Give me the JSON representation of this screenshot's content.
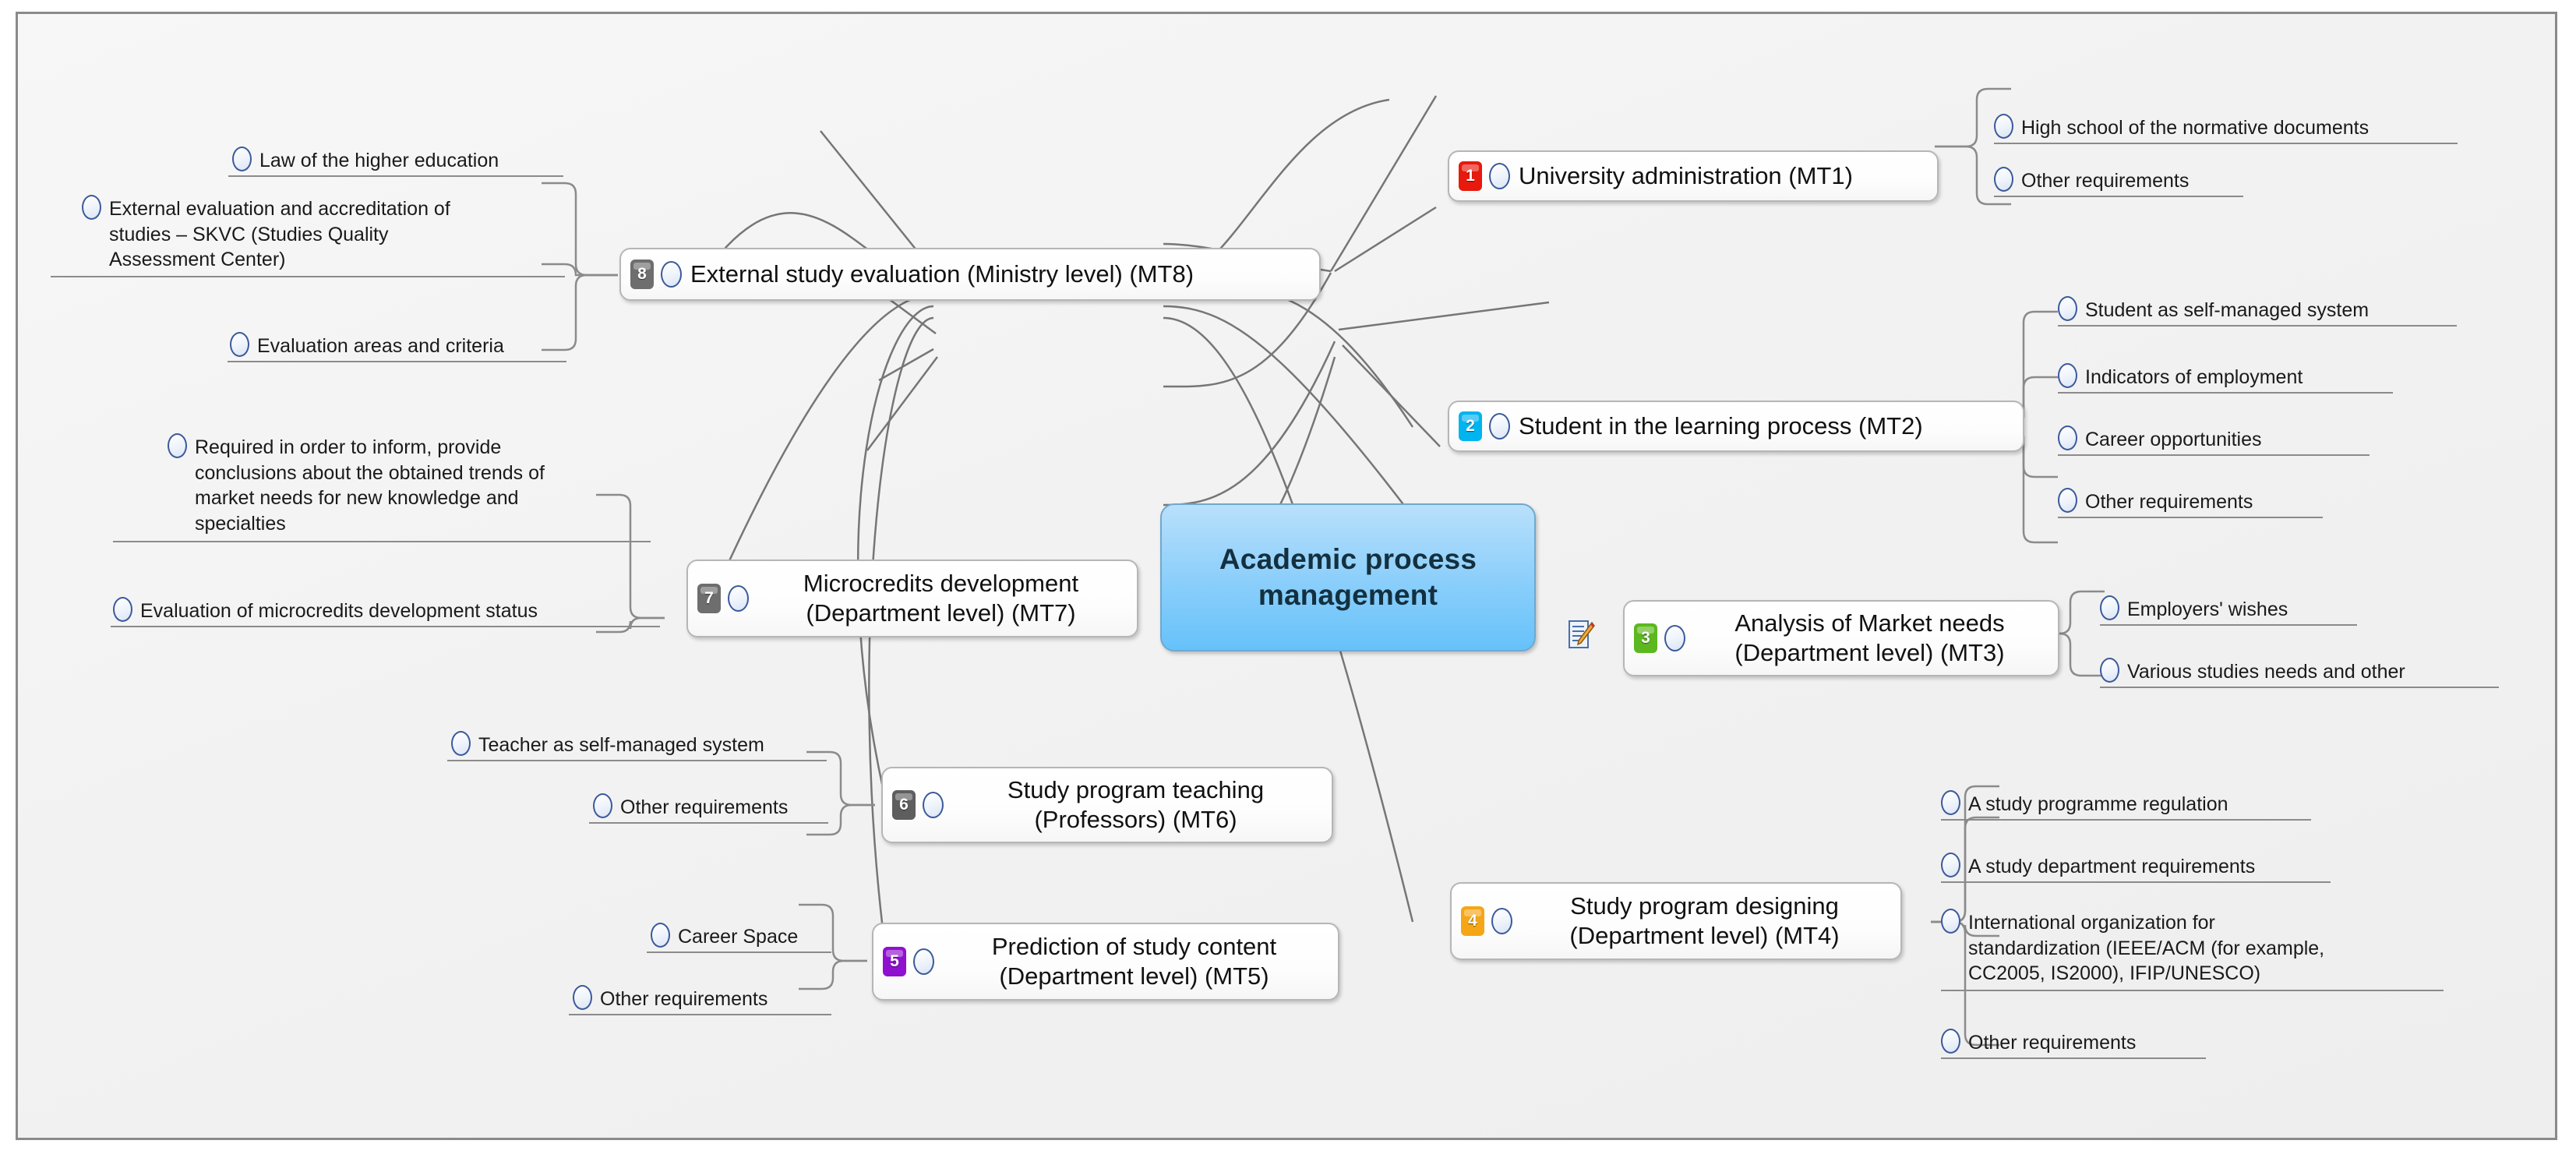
{
  "diagram": {
    "type": "mind-map",
    "title": "Academic process management",
    "center": {
      "label": "Academic process\nmanagement",
      "color": "#66c2fa"
    },
    "badge_colors": {
      "1": "#e8190d",
      "2": "#00b4f0",
      "3": "#5cb81e",
      "4": "#f5a616",
      "5": "#9010d0",
      "6": "#5e5e5e",
      "7": "#6e6e6e",
      "8": "#6e6e6e"
    },
    "icons": {
      "bullet": "circle-bullet-icon",
      "note": "note-pencil-icon"
    },
    "branches": [
      {
        "number": "1",
        "side": "right",
        "label": "University administration (MT1)",
        "children": [
          "High school of the normative documents",
          "Other requirements"
        ]
      },
      {
        "number": "2",
        "side": "right",
        "label": "Student in the learning process (MT2)",
        "children": [
          "Student as self-managed system",
          "Indicators of employment",
          "Career opportunities",
          "Other requirements"
        ]
      },
      {
        "number": "3",
        "side": "right",
        "label": "Analysis of Market needs\n(Department level) (MT3)",
        "has_note": true,
        "children": [
          "Employers' wishes",
          "Various studies needs and other"
        ]
      },
      {
        "number": "4",
        "side": "right",
        "label": "Study program designing\n(Department level) (MT4)",
        "children": [
          "A study programme regulation",
          "A study department requirements",
          "International organization for\nstandardization (IEEE/ACM (for example,\nCC2005, IS2000), IFIP/UNESCO)",
          "Other requirements"
        ]
      },
      {
        "number": "5",
        "side": "left",
        "label": "Prediction of study content\n(Department level) (MT5)",
        "children": [
          "Career Space",
          "Other requirements"
        ]
      },
      {
        "number": "6",
        "side": "left",
        "label": "Study program teaching\n(Professors) (MT6)",
        "children": [
          "Teacher as self-managed system",
          "Other requirements"
        ]
      },
      {
        "number": "7",
        "side": "left",
        "label": "Microcredits development\n(Department level) (MT7)",
        "children": [
          "Required in order to inform, provide\nconclusions about the obtained trends of\nmarket needs for new knowledge and\nspecialties",
          "Evaluation of microcredits development status"
        ]
      },
      {
        "number": "8",
        "side": "left",
        "label": "External study evaluation (Ministry level) (MT8)",
        "children": [
          "Law of the higher education",
          "External evaluation and accreditation of\nstudies – SKVC (Studies Quality\nAssessment Center)",
          "Evaluation areas and criteria"
        ]
      }
    ]
  }
}
